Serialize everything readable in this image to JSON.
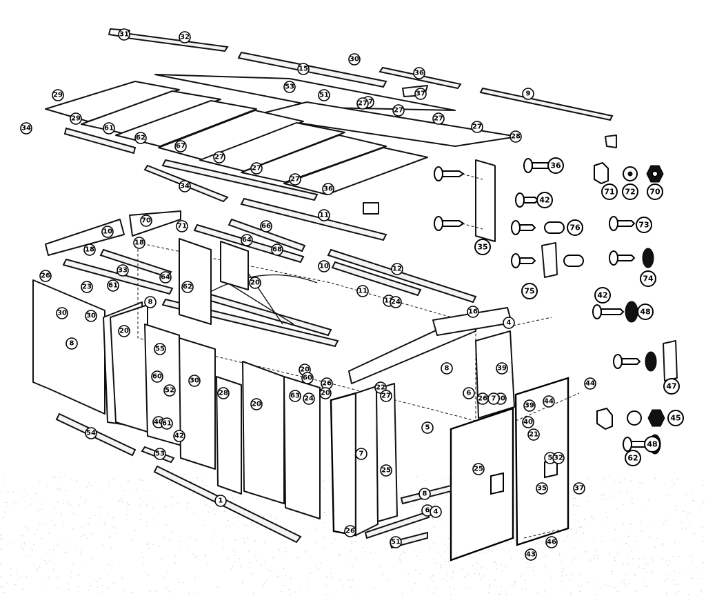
{
  "callouts": {
    "roof_top": [
      "31",
      "32",
      "15",
      "30",
      "36",
      "9",
      "37",
      "28",
      "27",
      "53",
      "51",
      "27",
      "27",
      "27",
      "29",
      "34",
      "29",
      "61",
      "62",
      "67",
      "27",
      "27",
      "27",
      "27",
      "36",
      "34"
    ],
    "gable_frame": [
      "10",
      "18",
      "70",
      "71",
      "18",
      "11",
      "33",
      "66",
      "64",
      "68",
      "61",
      "64",
      "62",
      "8",
      "10",
      "23",
      "11",
      "20",
      "12",
      "13",
      "24"
    ],
    "walls_left": [
      "26",
      "30",
      "30",
      "20",
      "8",
      "55",
      "60",
      "52",
      "40",
      "61",
      "30",
      "28"
    ],
    "walls_front": [
      "42",
      "20",
      "63",
      "20",
      "60",
      "24",
      "26",
      "20",
      "22",
      "27",
      "25",
      "7",
      "5",
      "6",
      "26"
    ],
    "door_side": [
      "16",
      "8",
      "4",
      "39",
      "60",
      "7",
      "25",
      "6",
      "26",
      "39",
      "44",
      "40",
      "5",
      "21",
      "32",
      "35",
      "37",
      "44",
      "43",
      "46"
    ],
    "bottom_rails": [
      "54",
      "53",
      "1",
      "8",
      "4",
      "51"
    ],
    "hardware": [
      "36",
      "42",
      "76",
      "75",
      "35",
      "71",
      "72",
      "70",
      "73",
      "74",
      "42",
      "48",
      "47",
      "45",
      "62",
      "48"
    ]
  }
}
